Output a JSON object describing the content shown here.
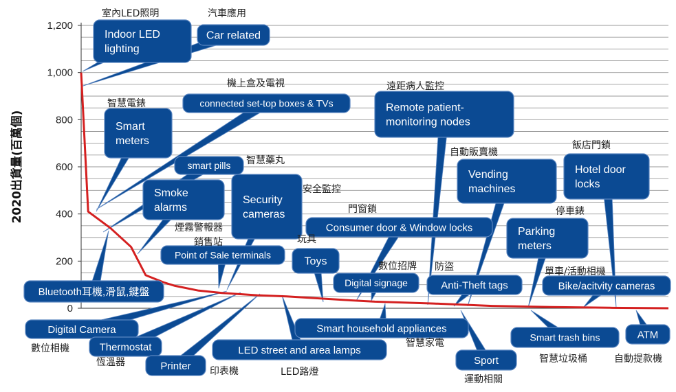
{
  "chart_data": {
    "type": "line",
    "title": "",
    "ylabel": "2020出貨量(百萬個)",
    "xlabel": "",
    "ylim": [
      0,
      1200
    ],
    "yticks": [
      0,
      200,
      400,
      600,
      800,
      1000,
      1200
    ],
    "ytick_labels": [
      "0",
      "200",
      "400",
      "600",
      "800",
      "1,000",
      "1,200"
    ],
    "grid": true,
    "x": [
      0,
      0.012,
      0.05,
      0.085,
      0.11,
      0.14,
      0.16,
      0.2,
      0.24,
      0.3,
      0.35,
      0.45,
      0.5,
      0.6,
      0.7,
      0.8,
      0.9,
      1.0
    ],
    "y": [
      1000,
      410,
      340,
      260,
      140,
      110,
      95,
      75,
      65,
      55,
      50,
      35,
      28,
      20,
      10,
      5,
      2,
      0
    ],
    "line_color": "#d42020",
    "box_color": "#0b4a93",
    "callouts": [
      {
        "en": [
          "Indoor LED",
          "lighting"
        ],
        "cn": "室內LED照明"
      },
      {
        "en": [
          "Car related"
        ],
        "cn": "汽車應用"
      },
      {
        "en": [
          "connected set-top boxes & TVs"
        ],
        "cn": "機上盒及電視"
      },
      {
        "en": [
          "Smart",
          "meters"
        ],
        "cn": "智慧電錶"
      },
      {
        "en": [
          "smart pills"
        ],
        "cn": "智慧藥丸"
      },
      {
        "en": [
          "Smoke",
          "alarms"
        ],
        "cn": "煙霧警報器"
      },
      {
        "en": [
          "Security",
          "cameras"
        ],
        "cn": "安全監控"
      },
      {
        "en": [
          "Point of Sale terminals"
        ],
        "cn": "銷售站"
      },
      {
        "en": [
          "Consumer door & Window locks"
        ],
        "cn": "門窗鎖"
      },
      {
        "en": [
          "Toys"
        ],
        "cn": "玩具"
      },
      {
        "en": [
          "Remote patient-",
          "monitoring nodes"
        ],
        "cn": "遠距病人監控"
      },
      {
        "en": [
          "Vending",
          "machines"
        ],
        "cn": "自動販賣機"
      },
      {
        "en": [
          "Hotel door",
          "locks"
        ],
        "cn": "飯店門鎖"
      },
      {
        "en": [
          "Parking",
          "meters"
        ],
        "cn": "停車錶"
      },
      {
        "en": [
          "Digital signage"
        ],
        "cn": "數位招牌"
      },
      {
        "en": [
          "Anti-Theft tags"
        ],
        "cn": "防盜"
      },
      {
        "en": [
          "Bike/acitvity cameras"
        ],
        "cn": "單車/活動相機"
      },
      {
        "en": [
          "Bluetooth耳機,滑鼠,鍵盤"
        ],
        "cn": ""
      },
      {
        "en": [
          "Digital Camera"
        ],
        "cn": "數位相機"
      },
      {
        "en": [
          "Thermostat"
        ],
        "cn": "恆溫器"
      },
      {
        "en": [
          "Printer"
        ],
        "cn": "印表機"
      },
      {
        "en": [
          "LED street and area lamps"
        ],
        "cn": "LED路燈"
      },
      {
        "en": [
          "Smart household appliances"
        ],
        "cn": "智慧家電"
      },
      {
        "en": [
          "Sport"
        ],
        "cn": "運動相關"
      },
      {
        "en": [
          "Smart trash bins"
        ],
        "cn": "智慧垃圾桶"
      },
      {
        "en": [
          "ATM"
        ],
        "cn": "自動提款機"
      }
    ]
  }
}
